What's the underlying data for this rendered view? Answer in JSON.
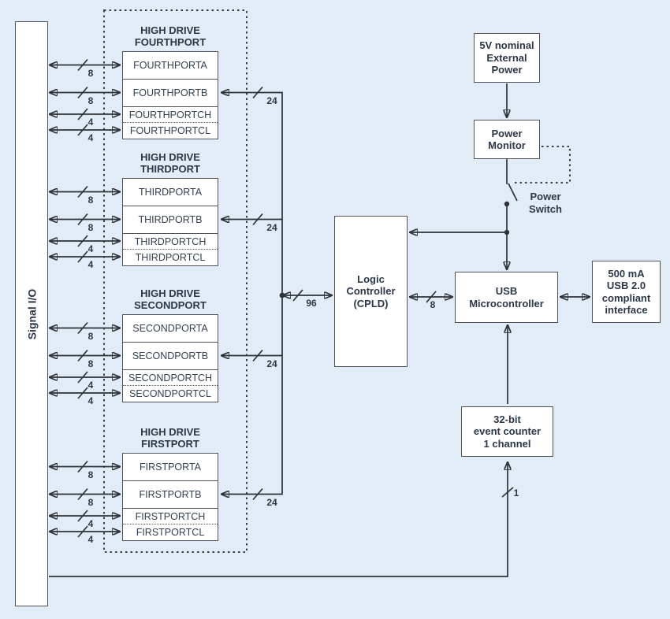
{
  "signal_io_label": "Signal I/O",
  "port_groups": [
    {
      "title": "HIGH DRIVE\nFOURTHPORT",
      "ports": [
        "FOURTHPORTA",
        "FOURTHPORTB",
        "FOURTHPORTCH",
        "FOURTHPORTCL"
      ],
      "row_bus_widths": [
        "8",
        "8",
        "4",
        "4"
      ],
      "branch_bus_width": "24"
    },
    {
      "title": "HIGH DRIVE\nTHIRDPORT",
      "ports": [
        "THIRDPORTA",
        "THIRDPORTB",
        "THIRDPORTCH",
        "THIRDPORTCL"
      ],
      "row_bus_widths": [
        "8",
        "8",
        "4",
        "4"
      ],
      "branch_bus_width": "24"
    },
    {
      "title": "HIGH DRIVE\nSECONDPORT",
      "ports": [
        "SECONDPORTA",
        "SECONDPORTB",
        "SECONDPORTCH",
        "SECONDPORTCL"
      ],
      "row_bus_widths": [
        "8",
        "8",
        "4",
        "4"
      ],
      "branch_bus_width": "24"
    },
    {
      "title": "HIGH DRIVE\nFIRSTPORT",
      "ports": [
        "FIRSTPORTA",
        "FIRSTPORTB",
        "FIRSTPORTCH",
        "FIRSTPORTCL"
      ],
      "row_bus_widths": [
        "8",
        "8",
        "4",
        "4"
      ],
      "branch_bus_width": "24"
    }
  ],
  "blocks": {
    "external_power": "5V nominal\nExternal\nPower",
    "power_monitor": "Power\nMonitor",
    "power_switch": "Power\nSwitch",
    "logic_controller": "Logic\nController\n(CPLD)",
    "usb_microcontroller": "USB\nMicrocontroller",
    "usb_interface": "500 mA\nUSB 2.0\ncompliant\ninterface",
    "event_counter": "32-bit\nevent counter\n1 channel"
  },
  "bus_widths": {
    "ports_to_cpld": "96",
    "cpld_to_usb": "8",
    "counter_input": "1"
  },
  "colors": {
    "background": "#e2ecf7",
    "box_fill": "#ffffff",
    "box_border": "#50545a",
    "line": "#2e3238",
    "text": "#2c3747"
  }
}
